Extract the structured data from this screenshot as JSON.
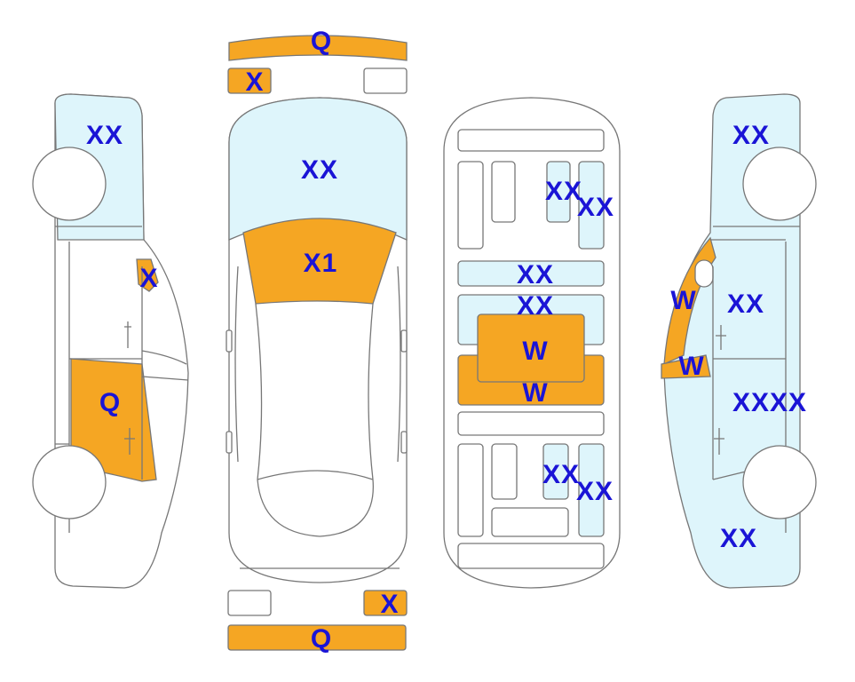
{
  "colors": {
    "damage_orange": "#f5a623",
    "panel_blue": "#def5fb",
    "outline": "#777777",
    "mark_blue": "#1a14d6",
    "blank": "#ffffff"
  },
  "marks": {
    "front_bumper": "Q",
    "front_left_headlight": "X",
    "left_rear_glass": "XX",
    "left_front_quarter_glass": "X",
    "left_front_door": "Q",
    "hood": "XX",
    "windshield": "X1",
    "seat_rear_left": "XX",
    "seat_rear_right": "XX",
    "floor_rear": "XX",
    "floor_mid": "XX",
    "console_upper": "W",
    "console_lower": "W",
    "seat_front_left": "XX",
    "seat_front_right": "XX",
    "right_rear_glass": "XX",
    "right_a_pillar": "W",
    "right_rear_door": "XX",
    "right_sill": "W",
    "right_front_door": "XXXX",
    "right_front_fender": "XX",
    "rear_right_taillight": "X",
    "rear_bumper": "Q"
  }
}
